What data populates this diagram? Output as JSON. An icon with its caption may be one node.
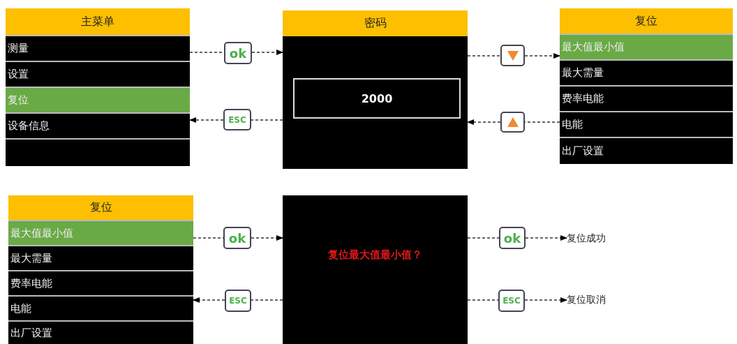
{
  "diagram": {
    "nodes": [
      {
        "text": [
          "主菜单"
        ]
      },
      {
        "text": [
          "测量"
        ],
        "in": 0
      },
      {
        "text": [
          "设置"
        ],
        "in": 0
      },
      {
        "text": [
          "复位"
        ],
        "in": 0
      },
      {
        "text": [
          "设备信息"
        ],
        "in": 0
      },
      {
        "text": [],
        "shape": "box",
        "in": 0
      },
      {
        "text": [
          "ok"
        ]
      },
      {
        "text": [
          "ESC"
        ]
      },
      {
        "text": [
          "密码"
        ]
      },
      {
        "text": [
          "2000"
        ],
        "in": 8
      },
      {
        "text": [],
        "shape": "box"
      },
      {
        "text": [],
        "shape": "box"
      },
      {
        "text": [
          "复位"
        ]
      },
      {
        "text": [
          "最大值最小值"
        ],
        "in": 12
      },
      {
        "text": [
          "最大需量"
        ],
        "in": 12
      },
      {
        "text": [
          "费率电能"
        ],
        "in": 12
      },
      {
        "text": [
          "电能"
        ],
        "in": 12
      },
      {
        "text": [
          "出厂设置"
        ],
        "in": 12
      },
      {
        "text": [
          "复位"
        ]
      },
      {
        "text": [
          "最大值最小值"
        ],
        "in": 18
      },
      {
        "text": [
          "最大需量"
        ],
        "in": 18
      },
      {
        "text": [
          "费率电能"
        ],
        "in": 18
      },
      {
        "text": [
          "电能"
        ],
        "in": 18
      },
      {
        "text": [
          "出厂设置"
        ],
        "in": 18
      },
      {
        "text": [
          "ok"
        ]
      },
      {
        "text": [
          "ESC"
        ]
      },
      {
        "text": [
          "复位最大值最小值？"
        ]
      },
      {
        "text": [
          "ok"
        ]
      },
      {
        "text": [
          "ESC"
        ]
      },
      {
        "text": [
          "复位成功"
        ]
      },
      {
        "text": [
          "复位取消"
        ]
      }
    ],
    "edges": [
      {
        "from": 0,
        "to": 6,
        "arrow": "none",
        "style": "dashed"
      },
      {
        "from": 6,
        "to": 8,
        "arrow": "to",
        "style": "dashed"
      },
      {
        "from": 8,
        "to": 7,
        "arrow": "none",
        "style": "dashed"
      },
      {
        "from": 7,
        "to": 0,
        "arrow": "to",
        "style": "dashed"
      },
      {
        "from": 8,
        "to": 10,
        "arrow": "none",
        "style": "dashed"
      },
      {
        "from": 10,
        "to": 12,
        "arrow": "to",
        "style": "dashed"
      },
      {
        "from": 12,
        "to": 11,
        "arrow": "none",
        "style": "dashed"
      },
      {
        "from": 11,
        "to": 8,
        "arrow": "to",
        "style": "dashed"
      },
      {
        "from": 18,
        "to": 24,
        "arrow": "none",
        "style": "dashed"
      },
      {
        "from": 24,
        "to": 26,
        "arrow": "to",
        "style": "dashed"
      },
      {
        "from": 26,
        "to": 25,
        "arrow": "none",
        "style": "dashed"
      },
      {
        "from": 25,
        "to": 18,
        "arrow": "to",
        "style": "dashed"
      },
      {
        "from": 26,
        "to": 27,
        "arrow": "none",
        "style": "dashed"
      },
      {
        "from": 27,
        "to": 29,
        "arrow": "to",
        "style": "dashed"
      },
      {
        "from": 26,
        "to": 28,
        "arrow": "none",
        "style": "dashed"
      },
      {
        "from": 28,
        "to": 30,
        "arrow": "to",
        "style": "dashed"
      }
    ]
  }
}
